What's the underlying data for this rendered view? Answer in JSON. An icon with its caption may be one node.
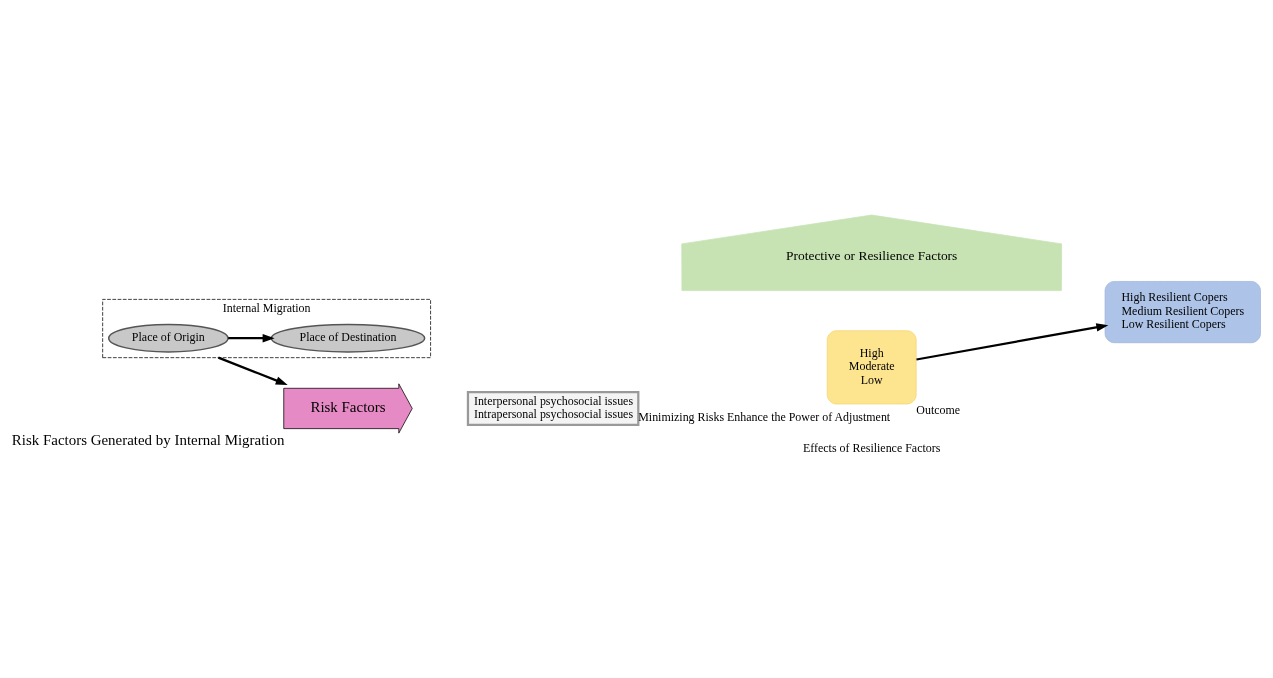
{
  "diagram": {
    "nodes": [
      {
        "text": [
          "Risk Factors"
        ],
        "beside": [
          "Risk Factors Generated by Internal Migration"
        ]
      },
      {
        "text": [
          "Interpersonal psychosocial issues",
          "Intrapersonal psychosocial issues"
        ],
        "beside": [
          "Minimizing Risks Enhance the Power of Adjustment"
        ]
      },
      {
        "text": [
          "High",
          "Moderate",
          "Low"
        ],
        "beside": [
          "Outcome"
        ]
      },
      {
        "text": [
          "High Resilient Copers",
          "Medium Resilient Copers",
          "Low Resilient Copers"
        ]
      },
      {
        "text": [
          "Internal Migration"
        ]
      },
      {
        "text": [
          "Place of Origin"
        ],
        "in": 4
      },
      {
        "text": [
          "Place of Destination"
        ],
        "in": 4
      },
      {
        "text": [
          "Protective or Resilience Factors"
        ]
      }
    ],
    "edges": [
      {
        "from": 4,
        "to": 0,
        "arrow": "to"
      },
      {
        "from": 5,
        "to": 6,
        "arrow": "to"
      },
      {
        "from": 2,
        "to": 3,
        "arrow": "to"
      }
    ],
    "labels": [
      "Effects of Resilience Factors"
    ]
  }
}
